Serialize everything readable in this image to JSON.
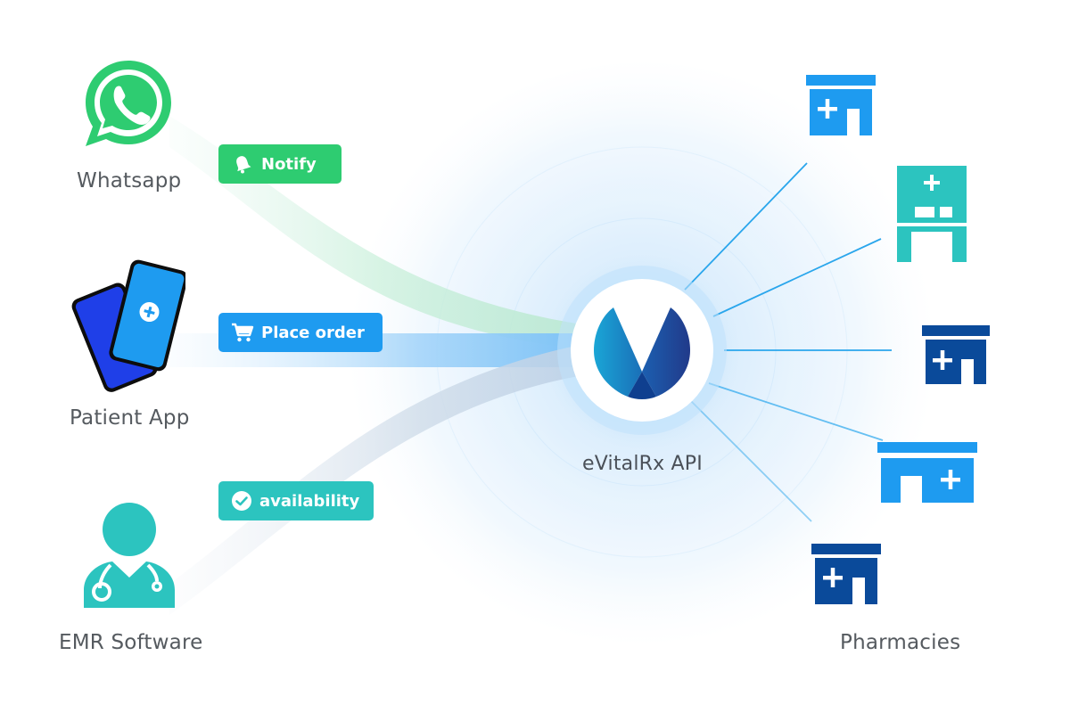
{
  "sources": {
    "whatsapp": {
      "label": "Whatsapp",
      "icon": "whatsapp-icon"
    },
    "patient_app": {
      "label": "Patient App",
      "icon": "mobile-phones-icon"
    },
    "emr": {
      "label": "EMR Software",
      "icon": "doctor-icon"
    }
  },
  "actions": {
    "notify": {
      "label": "Notify",
      "icon": "bell-icon",
      "color": "#2ecc71"
    },
    "place_order": {
      "label": "Place order",
      "icon": "cart-icon",
      "color": "#1e9bf0"
    },
    "availability": {
      "label": "availability",
      "icon": "check-circle-icon",
      "color": "#2cc4bf"
    }
  },
  "hub": {
    "label": "eVitalRx API",
    "icon": "evitalrx-logo"
  },
  "destinations": {
    "label": "Pharmacies",
    "icon": "pharmacy-icon",
    "count": 5
  },
  "colors": {
    "whatsapp_green": "#2ecc71",
    "blue": "#1e9bf0",
    "teal": "#2cc4bf",
    "navy": "#0a4a9a",
    "text_gray": "#555a5f"
  }
}
